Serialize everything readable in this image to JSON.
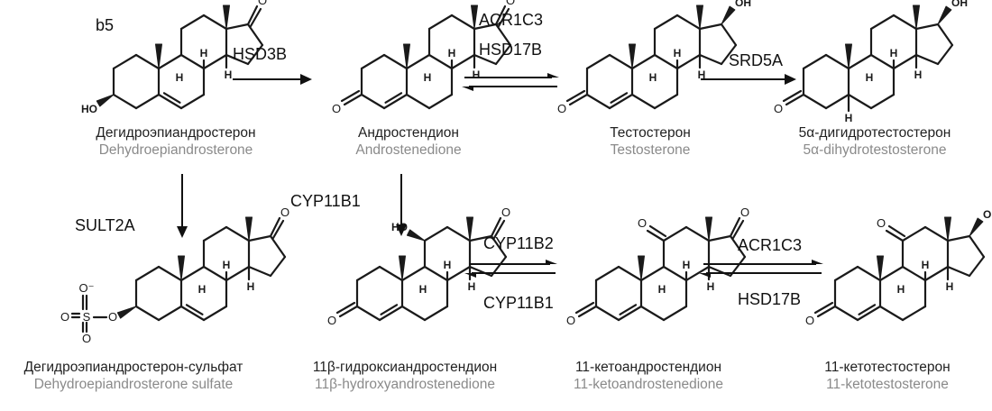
{
  "tag": "b5",
  "compounds": [
    {
      "id": "dhea",
      "ru": "Дегидроэпиандростерон",
      "en": "Dehydroepiandrosterone"
    },
    {
      "id": "androstenedione",
      "ru": "Андростендион",
      "en": "Androstenedione"
    },
    {
      "id": "testosterone",
      "ru": "Тестостерон",
      "en": "Testosterone"
    },
    {
      "id": "dht",
      "ru": "5α-дигидротестостерон",
      "en": "5α-dihydrotestosterone"
    },
    {
      "id": "dhea_s",
      "ru": "Дегидроэпиандростерон-сульфат",
      "en": "Dehydroepiandrosterone sulfate"
    },
    {
      "id": "oh_a4",
      "ru": "11β-гидроксиандростендион",
      "en": "11β-hydroxyandrostenedione"
    },
    {
      "id": "keto_a4",
      "ru": "11-кетоандростендион",
      "en": "11-ketoandrostenedione"
    },
    {
      "id": "keto_t",
      "ru": "11-кетотестостерон",
      "en": "11-ketotestosterone"
    }
  ],
  "enzymes": {
    "hsd3b": "HSD3B",
    "acr1c3_top": "ACR1C3",
    "hsd17b_top": "HSD17B",
    "srd5a": "SRD5A",
    "sult2a": "SULT2A",
    "cyp11b1_down": "CYP11B1",
    "cyp11b2": "CYP11B2",
    "cyp11b1_back": "CYP11B1",
    "acr1c3_bottom": "ACR1C3",
    "hsd17b_bottom": "HSD17B"
  },
  "atoms": {
    "ho": "HO",
    "oh": "OH",
    "o": "O",
    "h": "H",
    "s": "S",
    "o_minus": "O⁻"
  }
}
